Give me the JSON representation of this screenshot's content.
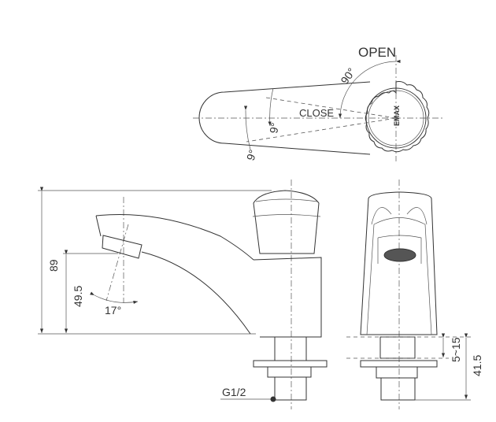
{
  "top_view": {
    "open_label": "OPEN",
    "open_angle": "90°",
    "close_label": "CLOSE",
    "angle_inner": "9°",
    "angle_outer": "9°",
    "logo": "EMAX"
  },
  "side_view": {
    "height_total": "89",
    "height_spout": "49.5",
    "spout_angle": "17°",
    "thread_label": "G1/2"
  },
  "front_view": {
    "adjust_range": "5~15",
    "stem_length": "41.5"
  },
  "colors": {
    "line": "#333333",
    "background": "#ffffff"
  }
}
